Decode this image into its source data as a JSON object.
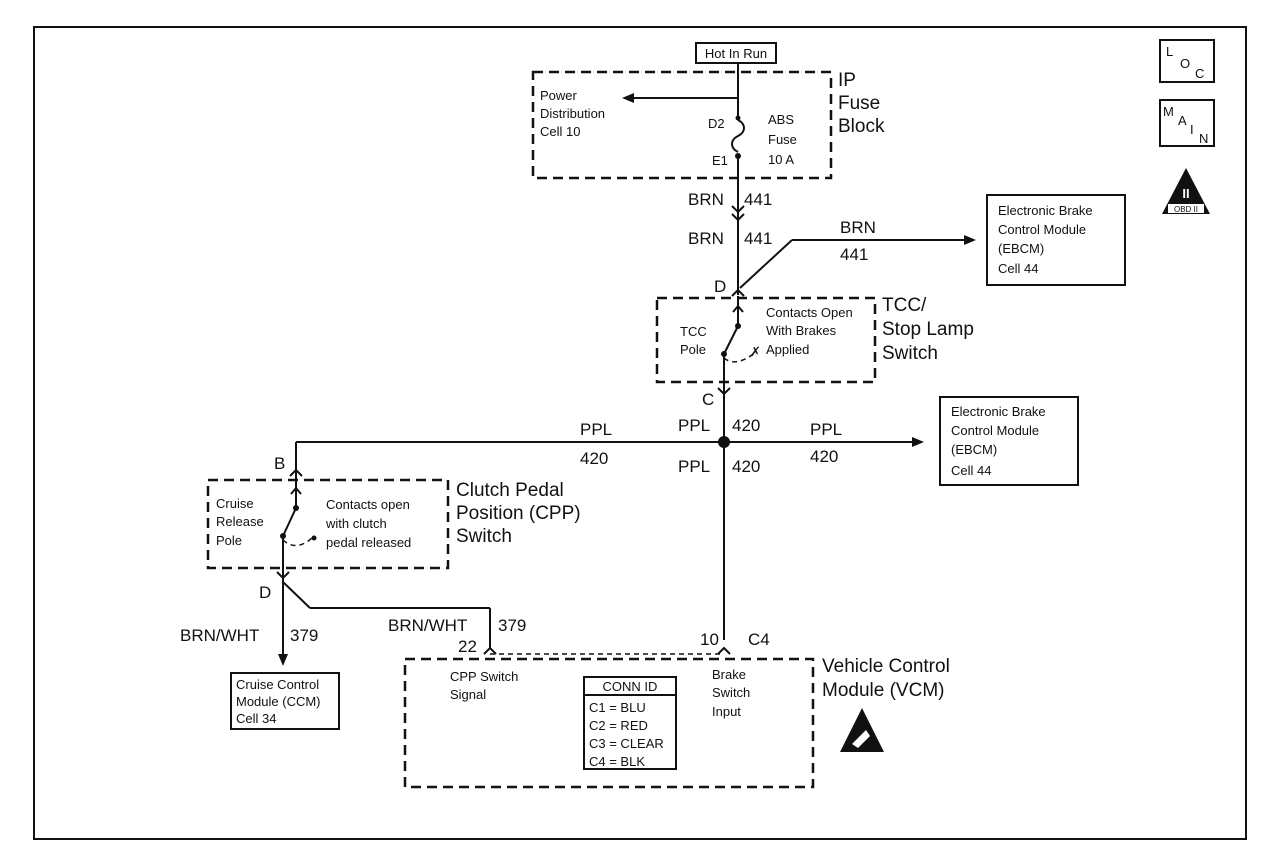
{
  "fuse_block": {
    "hot_label": "Hot In Run",
    "title_lines": [
      "IP",
      "Fuse",
      "Block"
    ],
    "power_dist_lines": [
      "Power",
      "Distribution",
      "Cell 10"
    ],
    "fuse_lines": [
      "ABS",
      "Fuse",
      "10 A"
    ],
    "term_top": "D2",
    "term_bottom": "E1"
  },
  "wire_441": {
    "color_a": "BRN",
    "circuit_a": "441",
    "color_b": "BRN",
    "circuit_b": "441",
    "branch_color": "BRN",
    "branch_circuit": "441"
  },
  "ebcm_top": {
    "lines": [
      "Electronic Brake",
      "Control Module",
      "(EBCM)",
      "Cell 44"
    ]
  },
  "tcc_switch": {
    "pin_top": "D",
    "pin_bottom": "C",
    "pole_lines": [
      "TCC",
      "Pole"
    ],
    "contacts_lines": [
      "Contacts Open",
      "With Brakes",
      "Applied"
    ],
    "title_lines": [
      "TCC/",
      "Stop Lamp",
      "Switch"
    ]
  },
  "wire_420": {
    "left_color": "PPL",
    "left_circuit": "420",
    "center_color": "PPL",
    "center_circuit": "420",
    "right_color": "PPL",
    "right_circuit": "420",
    "down_color": "PPL",
    "down_circuit": "420"
  },
  "ebcm_mid": {
    "lines": [
      "Electronic Brake",
      "Control Module",
      "(EBCM)",
      "Cell 44"
    ]
  },
  "cpp_switch": {
    "pin_top": "B",
    "pin_bottom": "D",
    "pole_lines": [
      "Cruise",
      "Release",
      "Pole"
    ],
    "contacts_lines": [
      "Contacts open",
      "with clutch",
      "pedal released"
    ],
    "title_lines": [
      "Clutch Pedal",
      "Position (CPP)",
      "Switch"
    ]
  },
  "wire_379": {
    "left_color": "BRN/WHT",
    "left_circuit": "379",
    "right_color": "BRN/WHT",
    "right_circuit": "379"
  },
  "ccm": {
    "lines": [
      "Cruise Control",
      "Module (CCM)",
      "Cell 34"
    ]
  },
  "vcm": {
    "pin_cpp": "22",
    "pin_brake": "10",
    "conn_brake": "C4",
    "cpp_lines": [
      "CPP Switch",
      "Signal"
    ],
    "brake_lines": [
      "Brake",
      "Switch",
      "Input"
    ],
    "title_lines": [
      "Vehicle Control",
      "Module (VCM)"
    ],
    "conn_id_title": "CONN ID",
    "conn_id_rows": [
      "C1 = BLU",
      "C2 = RED",
      "C3 = CLEAR",
      "C4 = BLK"
    ]
  },
  "symbols": {
    "loc": [
      "L",
      "O",
      "C"
    ],
    "main": [
      "M",
      "A",
      "I",
      "N"
    ],
    "obd_roman": "II",
    "obd_text": "OBD II"
  }
}
